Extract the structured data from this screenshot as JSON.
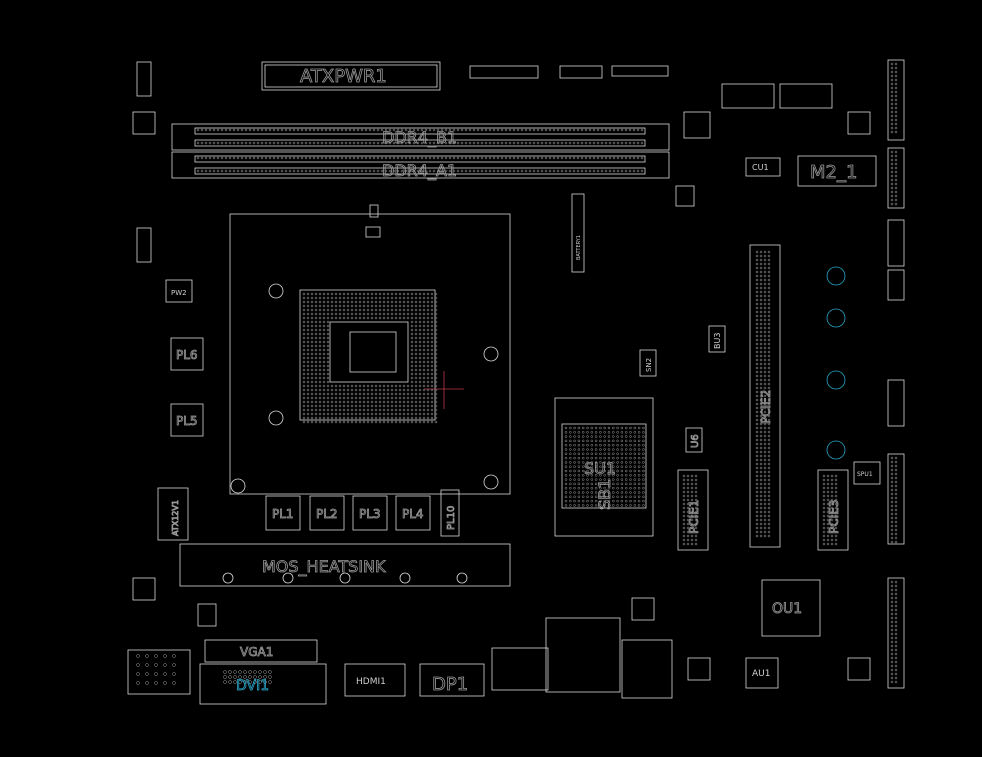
{
  "colors": {
    "background": "#000000",
    "outline": "#d8d8d8",
    "accent": "#2aa7c9",
    "crosshair": "#c0344a"
  },
  "labels": {
    "atxpwr": "ATXPWR1",
    "ddr4_b": "DDR4_B1",
    "ddr4_a": "DDR4_A1",
    "m2": "M2_1",
    "pl6": "PL6",
    "pl5": "PL5",
    "pl1": "PL1",
    "pl2": "PL2",
    "pl3": "PL3",
    "pl4": "PL4",
    "pl10": "PL10",
    "pw2": "PW2",
    "atx12v": "ATX12V1",
    "mos_heatsink": "MOS_HEATSINK",
    "vga": "VGA1",
    "dvi": "DVI1",
    "hdmi": "HDMI1",
    "dp": "DP1",
    "sb": "SB1",
    "su1": "SU1",
    "pcie2": "PCIE2",
    "pcie1": "PCIE1",
    "pcie3": "PCIE3",
    "ou1": "OU1",
    "au1": "AU1",
    "bu3": "BU3",
    "u6": "U6",
    "sn2": "SN2",
    "battery": "BATTERY1",
    "spu1": "SPU1",
    "cu1": "CU1"
  }
}
